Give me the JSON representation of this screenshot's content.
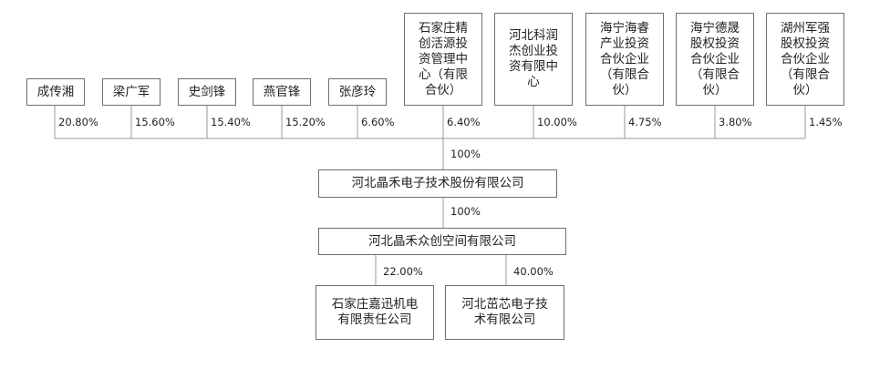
{
  "shareholders": [
    {
      "name": "成传湘",
      "share": "20.80%"
    },
    {
      "name": "梁广军",
      "share": "15.60%"
    },
    {
      "name": "史剑锋",
      "share": "15.40%"
    },
    {
      "name": "燕官锋",
      "share": "15.20%"
    },
    {
      "name": "张彦玲",
      "share": "6.60%"
    },
    {
      "name": "石家庄精\n创活源投\n资管理中\n心（有限\n合伙）",
      "share": "6.40%"
    },
    {
      "name": "河北科润\n杰创业投\n资有限中\n心",
      "share": "10.00%"
    },
    {
      "name": "海宁海睿\n产业投资\n合伙企业\n（有限合\n伙）",
      "share": "4.75%"
    },
    {
      "name": "海宁德晟\n股权投资\n合伙企业\n（有限合\n伙）",
      "share": "3.80%"
    },
    {
      "name": "湖州军强\n股权投资\n合伙企业\n（有限合\n伙）",
      "share": "1.45%"
    }
  ],
  "company": {
    "name": "河北晶禾电子技术股份有限公司"
  },
  "company_to_sub_share": "100%",
  "top_to_company_share": "100%",
  "subsidiary": {
    "name": "河北晶禾众创空间有限公司"
  },
  "investees": [
    {
      "name": "石家庄嘉迅机电\n有限责任公司",
      "share": "22.00%"
    },
    {
      "name": "河北茁芯电子技\n术有限公司",
      "share": "40.00%"
    }
  ]
}
